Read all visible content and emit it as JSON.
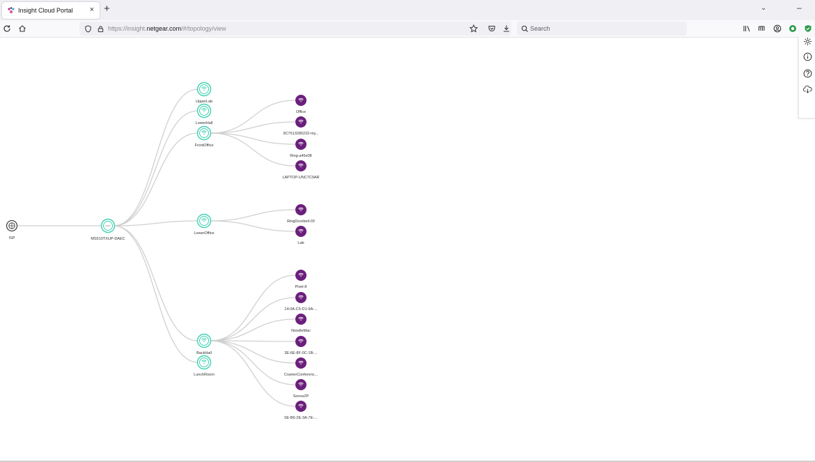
{
  "browser": {
    "tab_title": "Insight Cloud Portal",
    "tab_close": "×",
    "new_tab": "+",
    "url_prefix": "https://insight.",
    "url_domain": "netgear.com",
    "url_path": "/#/topology/view",
    "search_placeholder": "Search"
  },
  "topology": {
    "isp": {
      "label": "ISP"
    },
    "switch": {
      "label": "MS510TXUP-DAEC",
      "icon_text": "SWT"
    },
    "access_points": [
      {
        "label": "UpperLab",
        "clients": []
      },
      {
        "label": "LowerHall",
        "clients": []
      },
      {
        "label": "FrontOffice",
        "clients": [
          "Office",
          "9C7613280232-my...",
          "Ring-a45e08",
          "LAPTOP-UNC7C9AR"
        ]
      },
      {
        "label": "LowerOffice",
        "clients": [
          "RingDoorbell-03",
          "Lab"
        ]
      },
      {
        "label": "BackHall",
        "clients": [
          "Pixel-8",
          "14-0A-C5-D1-9A-...",
          "NoodleMac",
          "3E-6E-8F-0C-1B-...",
          "CramerConferenc...",
          "SonosZP",
          "0E-B6-2E-3A-7E-..."
        ]
      },
      {
        "label": "LunchRoom",
        "clients": []
      }
    ]
  },
  "colors": {
    "ap_ring": "#3fd1b0",
    "client_fill": "#6b1f7c",
    "link": "#d0d0d0",
    "isp_ring": "#444444"
  }
}
